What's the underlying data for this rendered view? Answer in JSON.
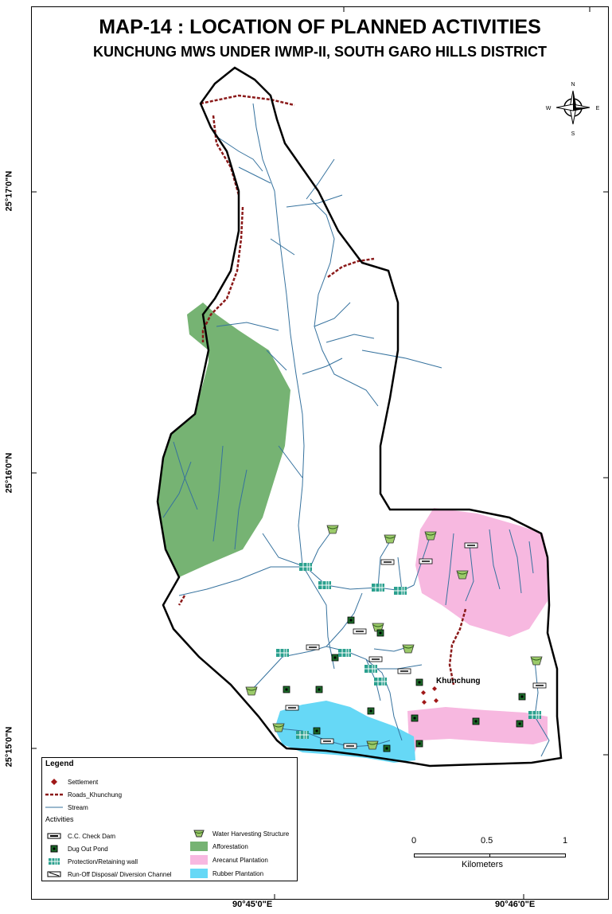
{
  "map": {
    "title": "MAP-14 : LOCATION OF PLANNED ACTIVITIES",
    "subtitle": "KUNCHUNG MWS UNDER IWMP-II, SOUTH GARO HILLS DISTRICT",
    "latitudes": [
      "25°17'0\"N",
      "25°16'0\"N",
      "25°15'0\"N"
    ],
    "longitudes": [
      "90°45'0\"E",
      "90°46'0\"E"
    ],
    "place_label": "Khunchung"
  },
  "north_arrow": {
    "n": "N",
    "s": "S",
    "e": "E",
    "w": "W"
  },
  "legend": {
    "title": "Legend",
    "activities_heading": "Activities",
    "items": [
      {
        "label": "Settlement"
      },
      {
        "label": "Roads_Khunchung"
      },
      {
        "label": "Stream"
      },
      {
        "label": "C.C. Check Dam"
      },
      {
        "label": "Dug Out Pond"
      },
      {
        "label": "Protection/Retaining wall"
      },
      {
        "label": "Run-Off Disposal/ Diversion Channel"
      },
      {
        "label": "Water Harvesting Structure"
      },
      {
        "label": "Afforestation"
      },
      {
        "label": "Arecanut Plantation"
      },
      {
        "label": "Rubber Plantation"
      }
    ]
  },
  "scale": {
    "ticks": [
      "0",
      "0.5",
      "1"
    ],
    "unit": "Kilometers"
  },
  "colors": {
    "afforestation": "#76b373",
    "arecanut": "#f7b8e0",
    "rubber": "#66d8f6",
    "stream": "#36729e",
    "road": "#8b1a1a",
    "settlement": "#a01818",
    "wall": "#2aa08e",
    "pond": "#1d6d2a",
    "harvest": "#9ccb6a"
  }
}
